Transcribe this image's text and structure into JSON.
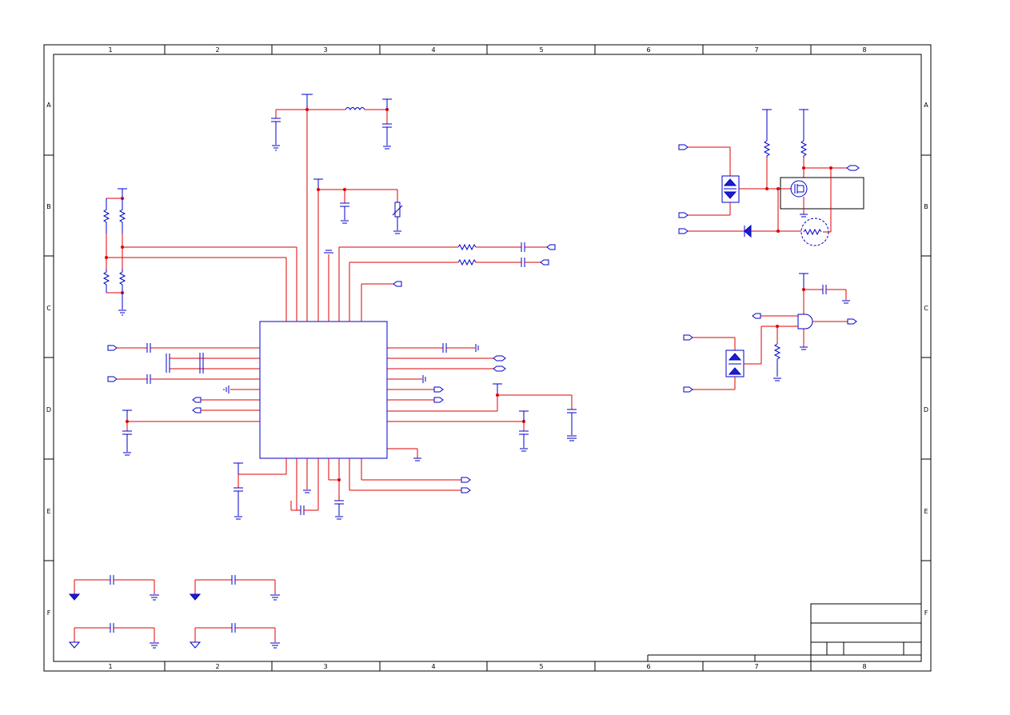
{
  "frame": {
    "columns": [
      "1",
      "2",
      "3",
      "4",
      "5",
      "6",
      "7",
      "8"
    ],
    "rows": [
      "A",
      "B",
      "C",
      "D",
      "E",
      "F"
    ]
  },
  "colors": {
    "wire": "#e00000",
    "component": "#0000cc",
    "frame": "#000000"
  }
}
